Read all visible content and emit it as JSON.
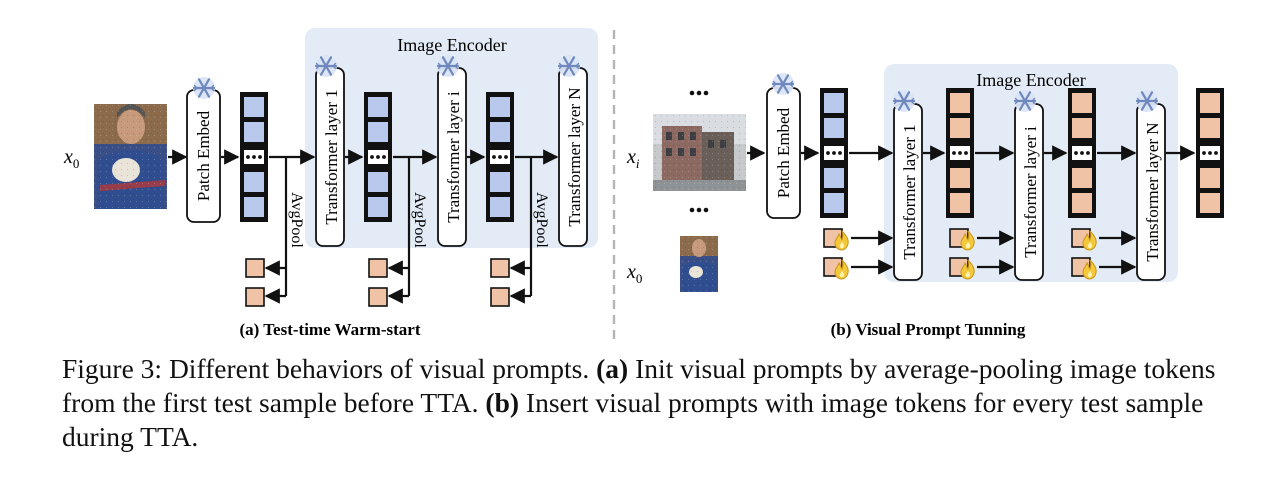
{
  "panel_a": {
    "encoder_title": "Image Encoder",
    "input_label": "x",
    "input_sub": "0",
    "patch_embed": "Patch Embed",
    "layers": [
      "Transformer layer 1",
      "Transformer layer i",
      "Transformer layer N"
    ],
    "pool_label": "AvgPool",
    "dots": "•••",
    "caption": "(a) Test-time Warm-start"
  },
  "panel_b": {
    "encoder_title": "Image Encoder",
    "input_i_label": "x",
    "input_i_sub": "i",
    "input_0_label": "x",
    "input_0_sub": "0",
    "patch_embed": "Patch Embed",
    "layers": [
      "Transformer layer 1",
      "Transformer layer i",
      "Transformer layer N"
    ],
    "dots": "•••",
    "caption": "(b) Visual Prompt Tunning"
  },
  "figure_caption": {
    "prefix": "Figure 3: Different behaviors of visual prompts. ",
    "a_tag": "(a)",
    "a_text": " Init visual prompts by average-pooling image tokens from the first test sample before TTA. ",
    "b_tag": "(b)",
    "b_text": " Insert visual prompts with image tokens for every test sample during TTA."
  },
  "colors": {
    "encoder_bg": "#e3ecf6",
    "image_token": "#b9c9ee",
    "prompt_token": "#f1c3a6",
    "flame": "#f3c83a",
    "snowflake": "#7c95c6",
    "divider": "#b5b5b5"
  },
  "icons": [
    "snowflake-icon",
    "flame-icon",
    "portrait-photo",
    "building-photo"
  ]
}
